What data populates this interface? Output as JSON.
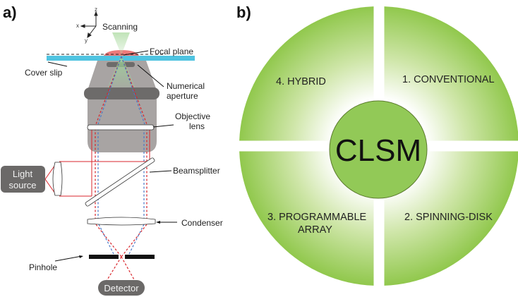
{
  "panel_a": {
    "label": "a)",
    "axes": {
      "x": "x",
      "y": "y",
      "z": "z"
    },
    "labels": {
      "scanning": "Scanning",
      "focal_plane": "Focal plane",
      "cover_slip": "Cover slip",
      "numerical_aperture_line1": "Numerical",
      "numerical_aperture_line2": "aperture",
      "objective_lens_line1": "Objective",
      "objective_lens_line2": "lens",
      "beamsplitter": "Beamsplitter",
      "light_source_line1": "Light",
      "light_source_line2": "source",
      "condenser": "Condenser",
      "pinhole": "Pinhole",
      "detector": "Detector"
    },
    "colors": {
      "cover_slip": "#4fc3e0",
      "focal_region": "#ee7a7a",
      "objective_body": "#a8a4a3",
      "objective_collar": "#6d6b6a",
      "beam_red": "#d9262c",
      "beam_blue": "#4a78c8",
      "scan_cone": "#9ed49a",
      "box_fill": "#6b6968"
    }
  },
  "panel_b": {
    "label": "b)",
    "center_label": "CLSM",
    "quadrants": [
      {
        "position": "top-right",
        "line1": "1. CONVENTIONAL",
        "line2": ""
      },
      {
        "position": "bottom-right",
        "line1": "2. SPINNING-DISK",
        "line2": ""
      },
      {
        "position": "bottom-left",
        "line1": "3. PROGRAMMABLE",
        "line2": "ARRAY"
      },
      {
        "position": "top-left",
        "line1": "4. HYBRID",
        "line2": ""
      }
    ],
    "colors": {
      "green": "#8fc74a",
      "center_fill": "#92c957",
      "center_stroke": "#5a7a2c"
    }
  }
}
